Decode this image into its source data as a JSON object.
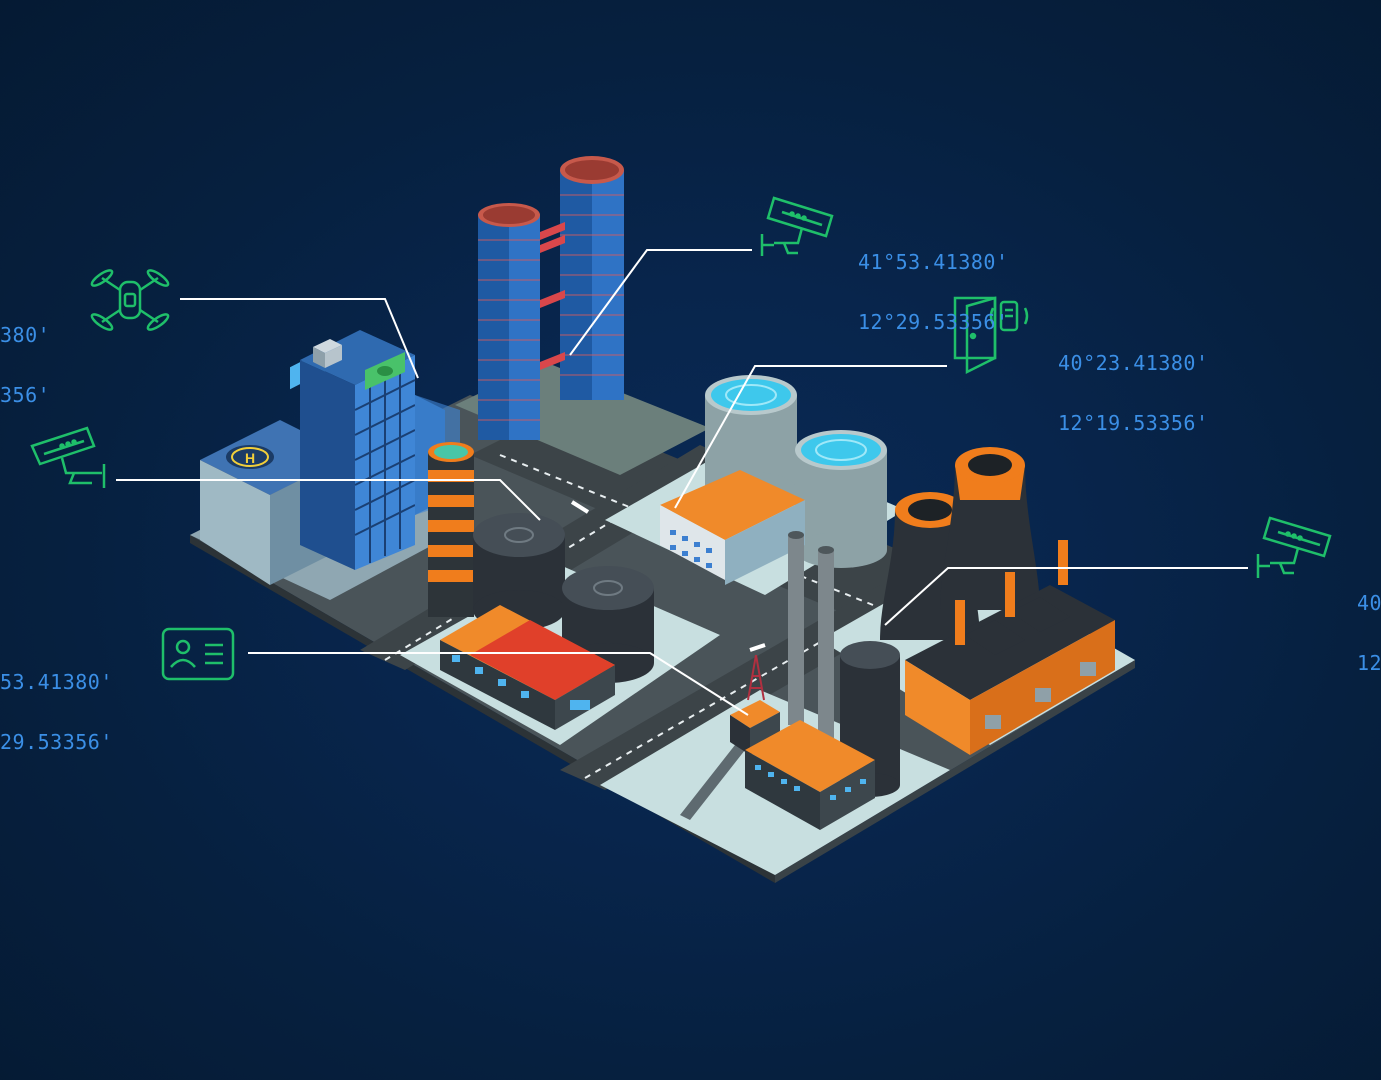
{
  "colors": {
    "background": "#06203f",
    "icon_green": "#1fbf6a",
    "coord_blue": "#3b8fe6",
    "connector_line": "#ffffff",
    "orange": "#f07d1c",
    "red_roof": "#e0402a",
    "building_blue": "#3d7fc7",
    "tank_dark": "#2b3138",
    "water": "#4dd6f0"
  },
  "markers": [
    {
      "id": "drone",
      "icon": "drone-icon",
      "lat": "380'",
      "lon": "356'"
    },
    {
      "id": "camera-top",
      "icon": "security-camera-icon",
      "lat": "41°53.41380'",
      "lon": "12°29.53356'"
    },
    {
      "id": "door-access",
      "icon": "door-access-control-icon",
      "lat": "40°23.41380'",
      "lon": "12°19.53356'"
    },
    {
      "id": "camera-left",
      "icon": "security-camera-icon",
      "lat": "",
      "lon": ""
    },
    {
      "id": "id-card",
      "icon": "id-card-icon",
      "lat": "53.41380'",
      "lon": "29.53356'"
    },
    {
      "id": "camera-right",
      "icon": "security-camera-icon",
      "lat": "40",
      "lon": "12"
    }
  ],
  "signs": {
    "helipad": "H"
  }
}
